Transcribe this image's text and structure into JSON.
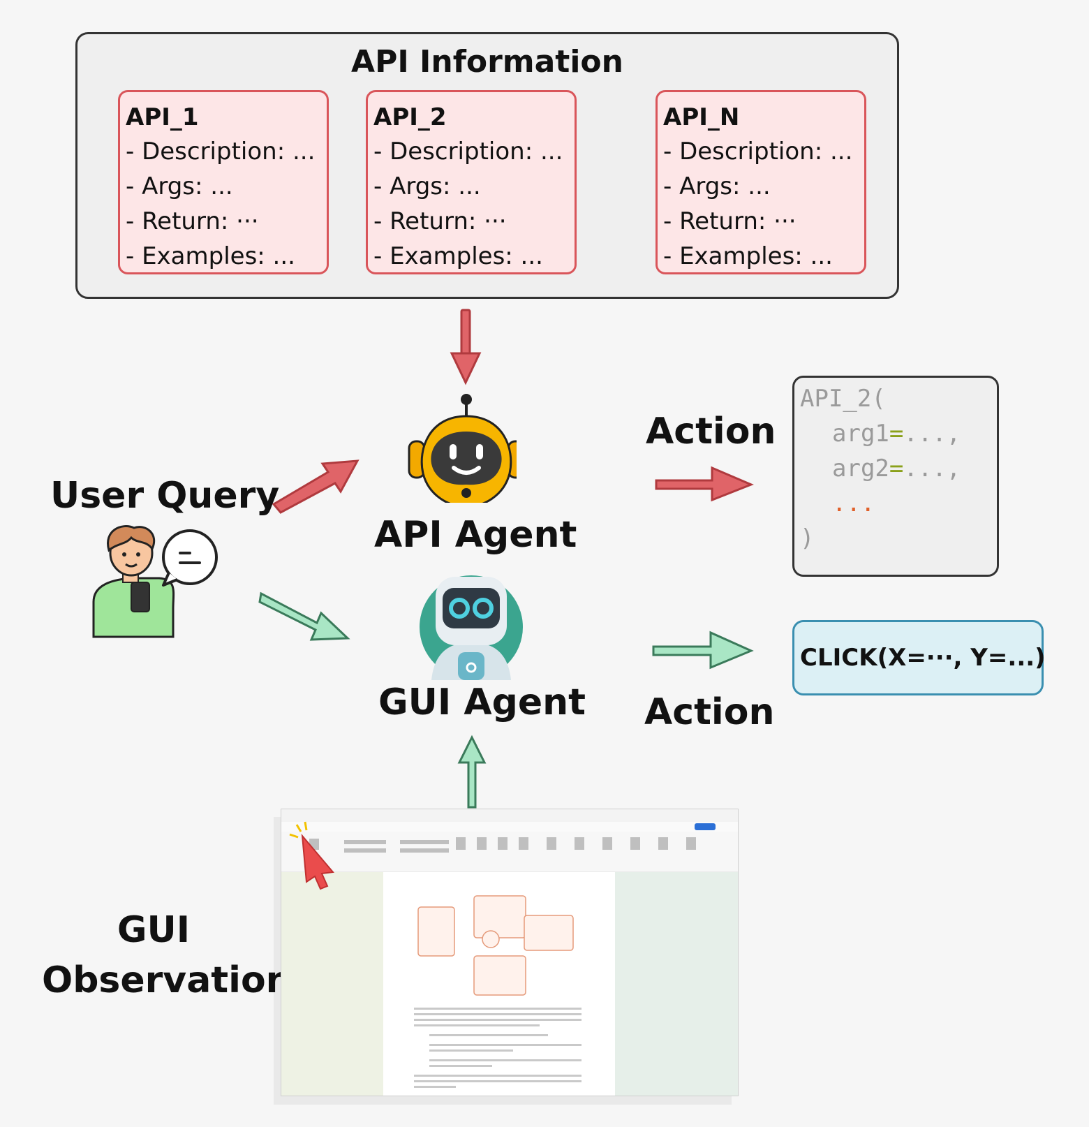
{
  "api_information": {
    "title": "API Information",
    "apis": [
      {
        "name": "API_1",
        "description": "- Description: ...",
        "args": "- Args: ...",
        "return": "- Return: ···",
        "examples": "- Examples: ..."
      },
      {
        "name": "API_2",
        "description": "- Description: ...",
        "args": "- Args: ...",
        "return": "- Return: ···",
        "examples": "- Examples: ..."
      },
      {
        "name": "API_N",
        "description": "- Description: ...",
        "args": "- Args: ...",
        "return": "- Return: ···",
        "examples": "- Examples: ..."
      }
    ]
  },
  "user_query": {
    "label": "User Query"
  },
  "api_agent": {
    "label": "API Agent"
  },
  "gui_agent": {
    "label": "GUI Agent"
  },
  "api_action": {
    "label": "Action",
    "code": {
      "line1": "API_2(",
      "arg1_name": "arg1",
      "arg1_eq": "=",
      "arg1_rest": "...,",
      "arg2_name": "arg2",
      "arg2_eq": "=",
      "arg2_rest": "...,",
      "ellipsis": "...",
      "close": ")"
    }
  },
  "gui_action": {
    "label": "Action",
    "command": "CLICK(X=···, Y=...)"
  },
  "gui_observation": {
    "line1": "GUI",
    "line2": "Observation"
  },
  "colors": {
    "api_red": "#d9555a",
    "api_card_bg": "#fde6e7",
    "gui_green": "#8fd9b3",
    "click_blue": "#3a8fb0",
    "robot_yellow": "#f7b500"
  }
}
